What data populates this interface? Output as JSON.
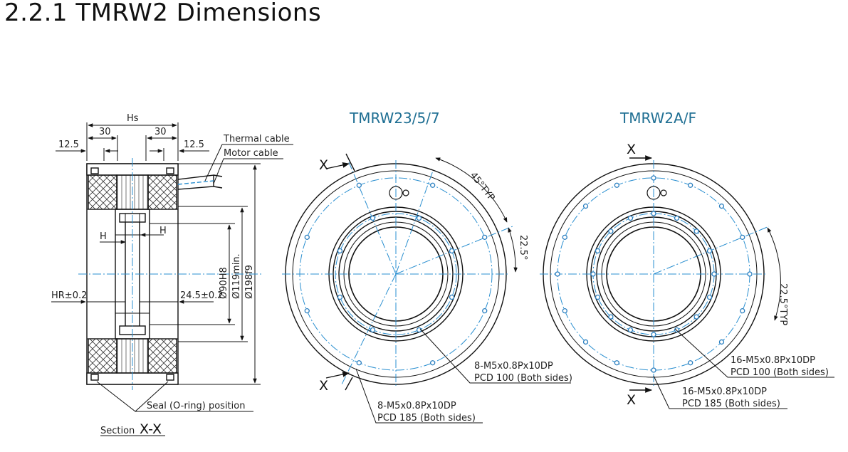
{
  "page_title": "2.2.1 TMRW2 Dimensions",
  "section_view": {
    "hs": "Hs",
    "dim_30_left": "30",
    "dim_30_right": "30",
    "dim_12_5_left": "12.5",
    "dim_12_5_right": "12.5",
    "thermal_cable": "Thermal cable",
    "motor_cable": "Motor cable",
    "h_left": "H",
    "h_right": "H",
    "hr": "HR±0.2",
    "offset": "24.5±0.2",
    "d90": "Ø90H8",
    "d119": "Ø119min.",
    "d198": "Ø198f9",
    "seal": "Seal (O-ring) position",
    "section_label": "Section",
    "section_id": "X-X"
  },
  "view_a": {
    "title": "TMRW23/5/7",
    "x_top": "X",
    "x_bottom": "X",
    "angle_45": "45°TYP",
    "angle_22": "22.5°",
    "inner_holes_l1": "8-M5x0.8Px10DP",
    "inner_holes_l2": "PCD 100 (Both sides)",
    "outer_holes_l1": "8-M5x0.8Px10DP",
    "outer_holes_l2": "PCD 185 (Both sides)"
  },
  "view_b": {
    "title": "TMRW2A/F",
    "x_top": "X",
    "x_bottom": "X",
    "angle_22": "22.5°TYP",
    "inner_holes_l1": "16-M5x0.8Px10DP",
    "inner_holes_l2": "PCD 100 (Both sides)",
    "outer_holes_l1": "16-M5x0.8Px10DP",
    "outer_holes_l2": "PCD 185 (Both sides)"
  },
  "colors": {
    "ink": "#111111",
    "centerline": "#2a8fd0",
    "hole": "#2a7fc0",
    "title": "#1f6f93"
  }
}
